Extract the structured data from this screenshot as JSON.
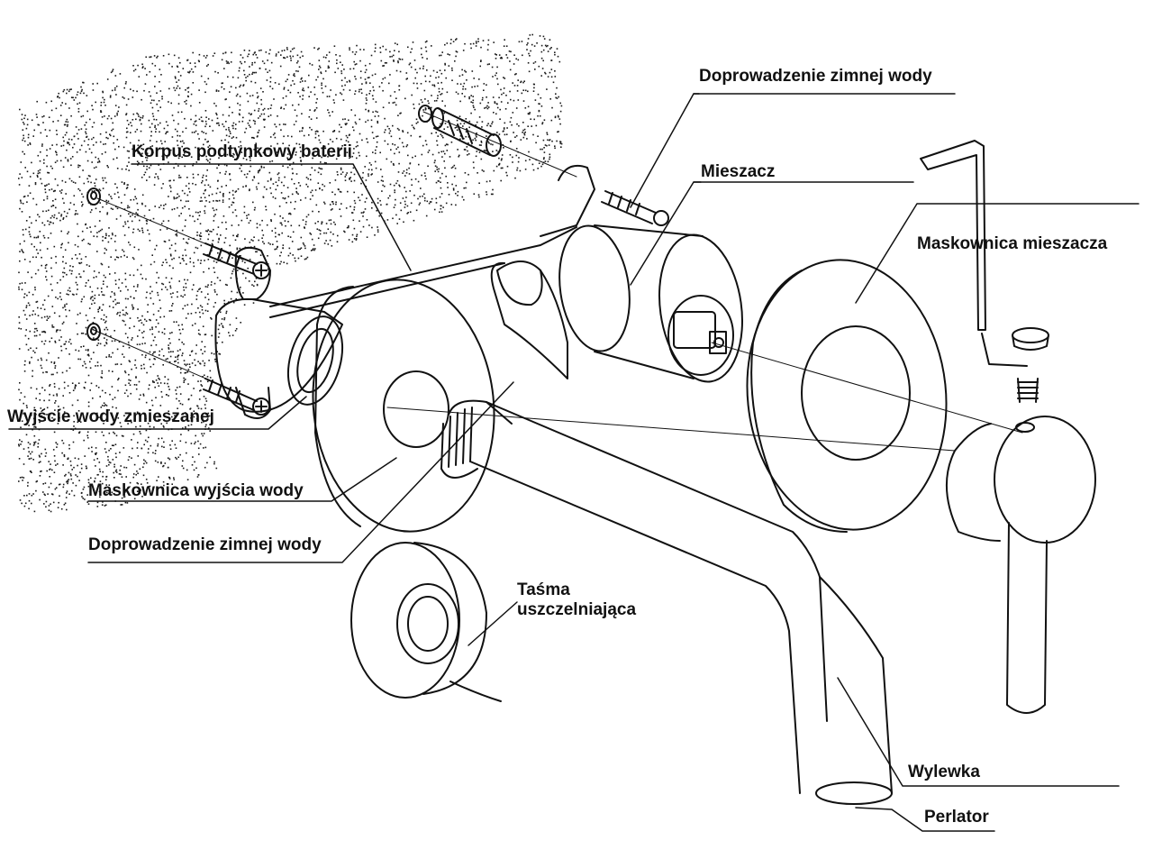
{
  "labels": {
    "cold_supply_top": "Doprowadzenie zimnej wody",
    "body_housing": "Korpus podtynkowy baterii",
    "mixer": "Mieszacz",
    "mixer_cover": "Maskownica mieszacza",
    "mixed_outlet": "Wyjście wody zmieszanej",
    "outlet_cover": "Maskownica wyjścia wody",
    "cold_supply_bottom": "Doprowadzenie zimnej wody",
    "sealing_tape": "Taśma uszczelniająca",
    "spout": "Wylewka",
    "aerator": "Perlator"
  },
  "colors": {
    "line": "#111111",
    "wall_dots": "#1a1a1a",
    "background": "#ffffff"
  },
  "icons": {
    "screw": "screw-icon",
    "wall_plug": "wall-plug-icon",
    "hex_key": "hex-key-icon",
    "grub_screw": "grub-screw-icon",
    "plug_cap": "plug-cap-icon"
  }
}
